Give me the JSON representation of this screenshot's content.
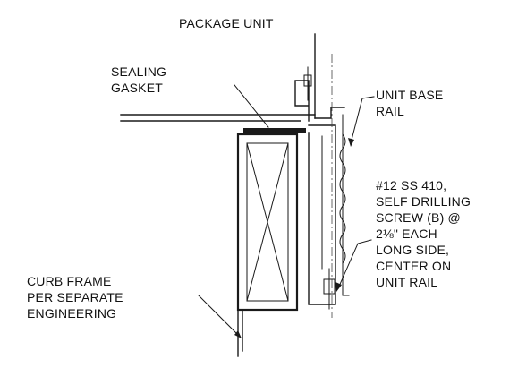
{
  "labels": {
    "package_unit": "PACKAGE UNIT",
    "sealing_gasket": [
      "SEALING",
      "GASKET"
    ],
    "unit_base_rail": [
      "UNIT BASE",
      "RAIL"
    ],
    "screw_note": [
      "#12 SS 410,",
      "SELF DRILLING",
      "SCREW (B) @",
      "2⅛\"  EACH",
      "LONG SIDE,",
      "CENTER ON",
      "UNIT RAIL"
    ],
    "curb_frame": [
      "CURB FRAME",
      "PER SEPARATE",
      "ENGINEERING"
    ]
  },
  "colors": {
    "line": "#1a1a1a",
    "text": "#111111",
    "background": "#ffffff"
  }
}
